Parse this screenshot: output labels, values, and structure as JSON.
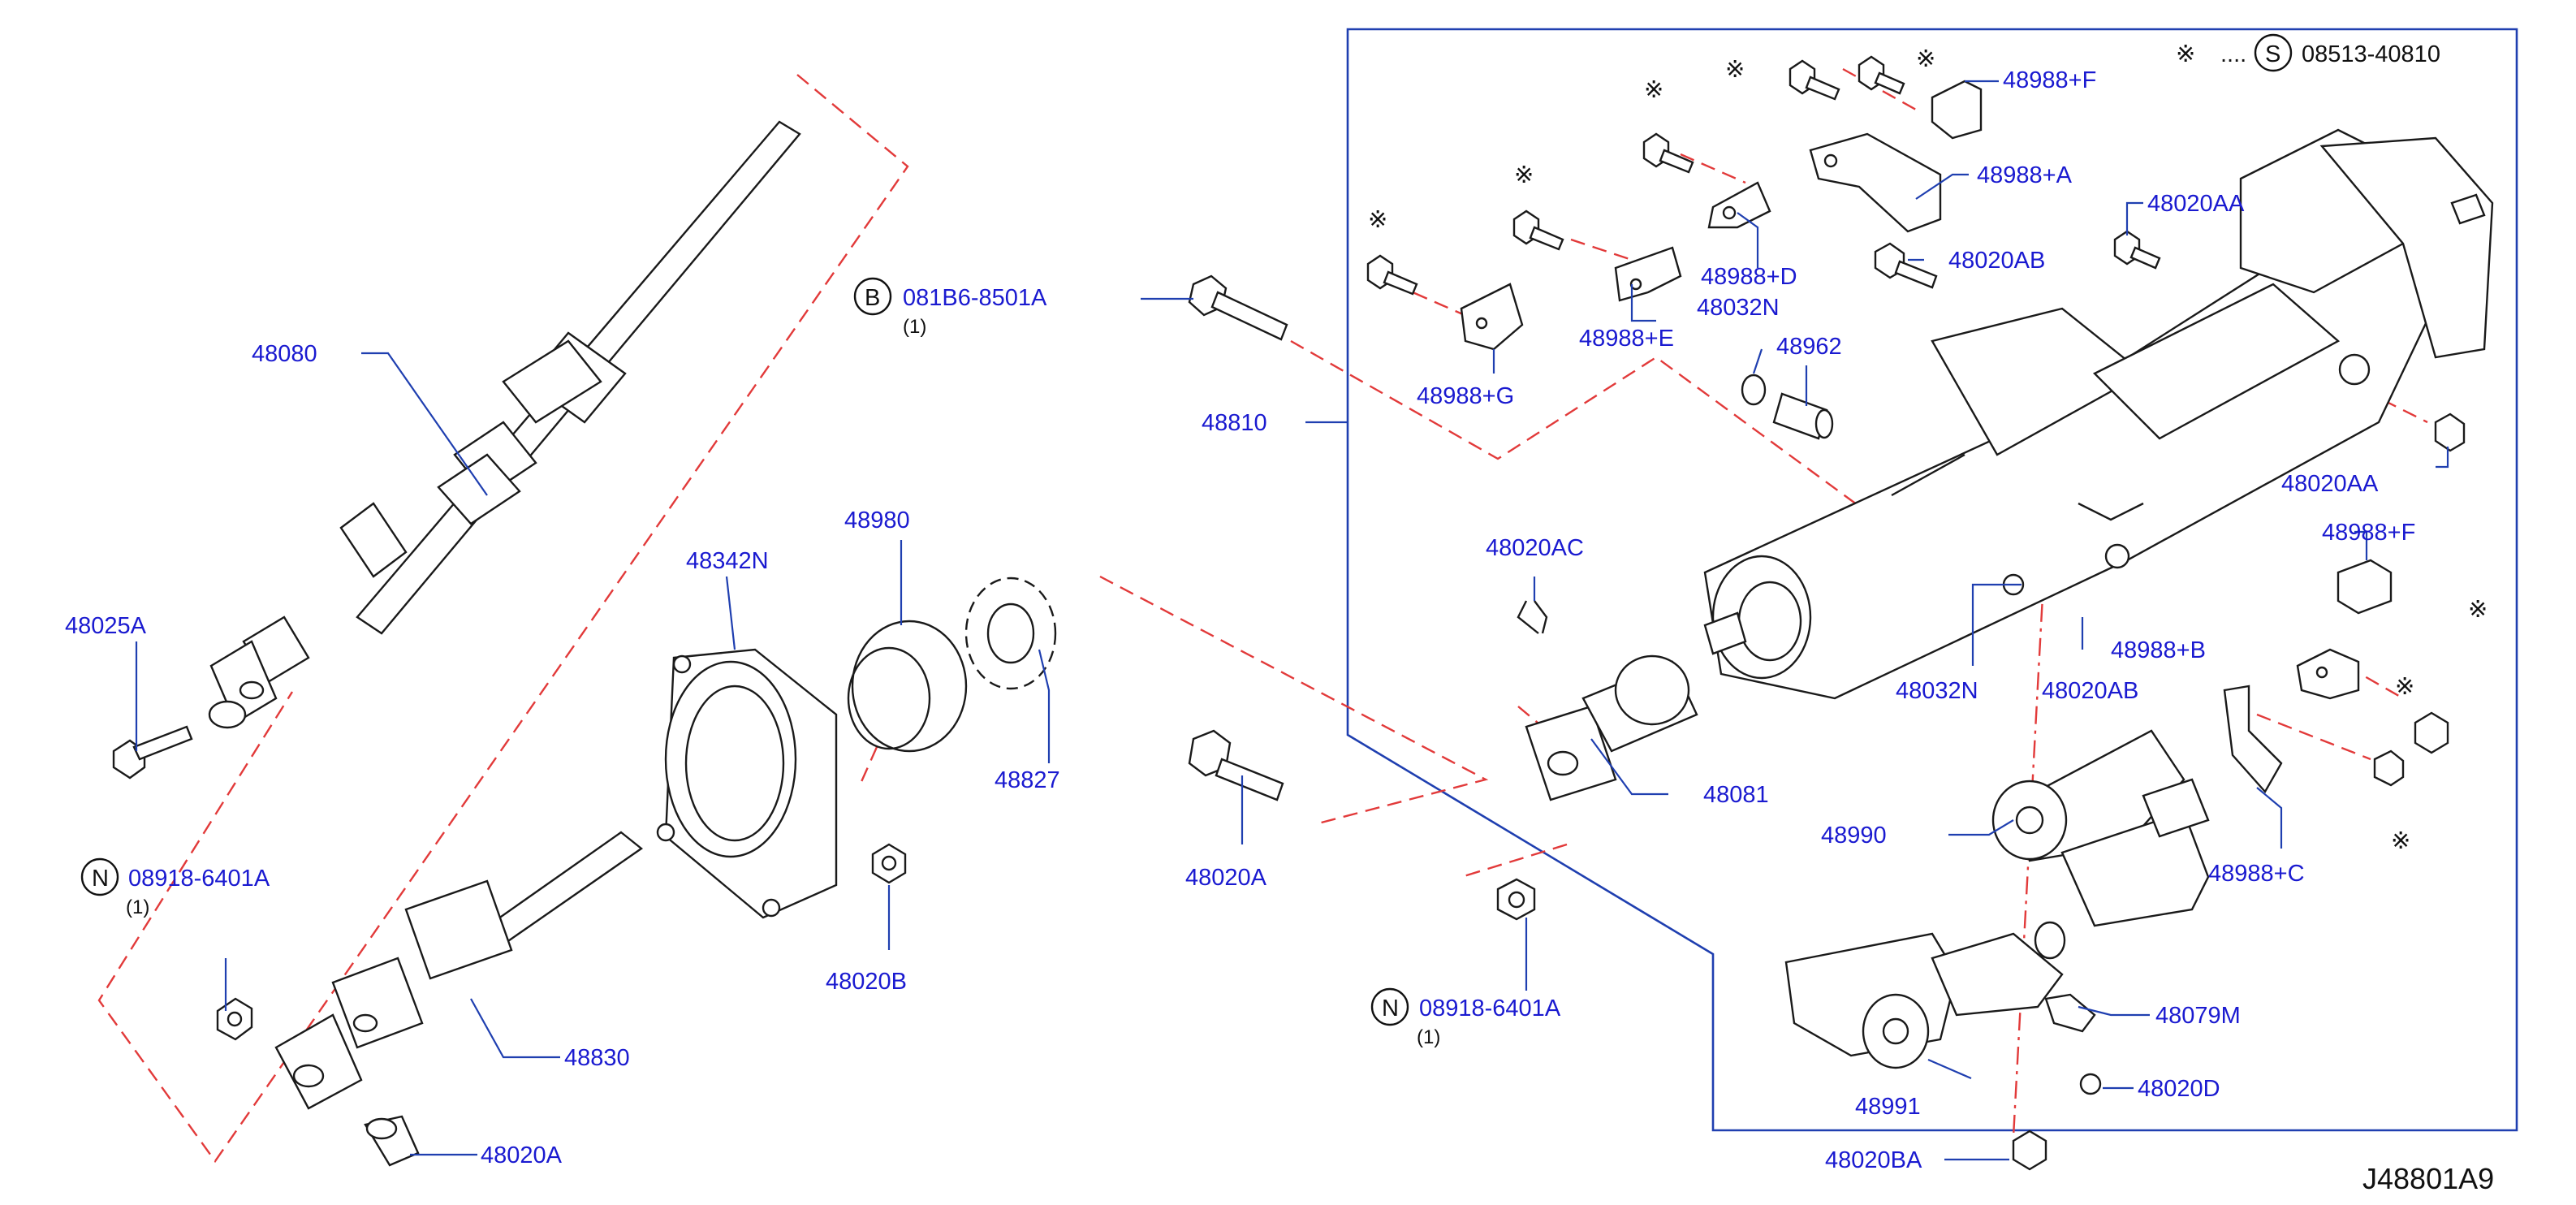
{
  "diagram_ref": "J48801A9",
  "note_symbol": "※",
  "note_dots": "....",
  "note_code_letter": "S",
  "note_code": "08513-40810",
  "callouts": {
    "c48080": "48080",
    "c48025": "48025A",
    "c48342N": "48342N",
    "c48980": "48980",
    "c48827": "48827",
    "c48020B": "48020B",
    "c48830": "48830",
    "c48020A_bot": "48020A",
    "c48020A_mid": "48020A",
    "c48081": "48081",
    "c48810": "48810",
    "c48020AC": "48020AC",
    "c48032N_top": "48032N",
    "c48962": "48962",
    "c48988G": "48988+G",
    "c48988E": "48988+E",
    "c48988D": "48988+D",
    "c48988A": "48988+A",
    "c48988F_top": "48988+F",
    "c48020AA_top": "48020AA",
    "c48020AB_top": "48020AB",
    "c48020AA_right": "48020AA",
    "c48988F_right": "48988+F",
    "c48988B": "48988+B",
    "c48032N_bot": "48032N",
    "c48020AB_bot": "48020AB",
    "c48990": "48990",
    "c48988C": "48988+C",
    "c48079M": "48079M",
    "c48020D": "48020D",
    "c48991": "48991",
    "c48020BA": "48020BA"
  },
  "circled": {
    "b_letter": "B",
    "b_code": "081B6-8501A",
    "b_qty": "(1)",
    "n1_letter": "N",
    "n1_code": "08918-6401A",
    "n1_qty": "(1)",
    "n2_letter": "N",
    "n2_code": "08918-6401A",
    "n2_qty": "(1)"
  },
  "colors": {
    "callout": "#1a1ad0",
    "leader": "#1f3fb0",
    "dashed": "#e23a3a",
    "line": "#1a1a1a"
  }
}
